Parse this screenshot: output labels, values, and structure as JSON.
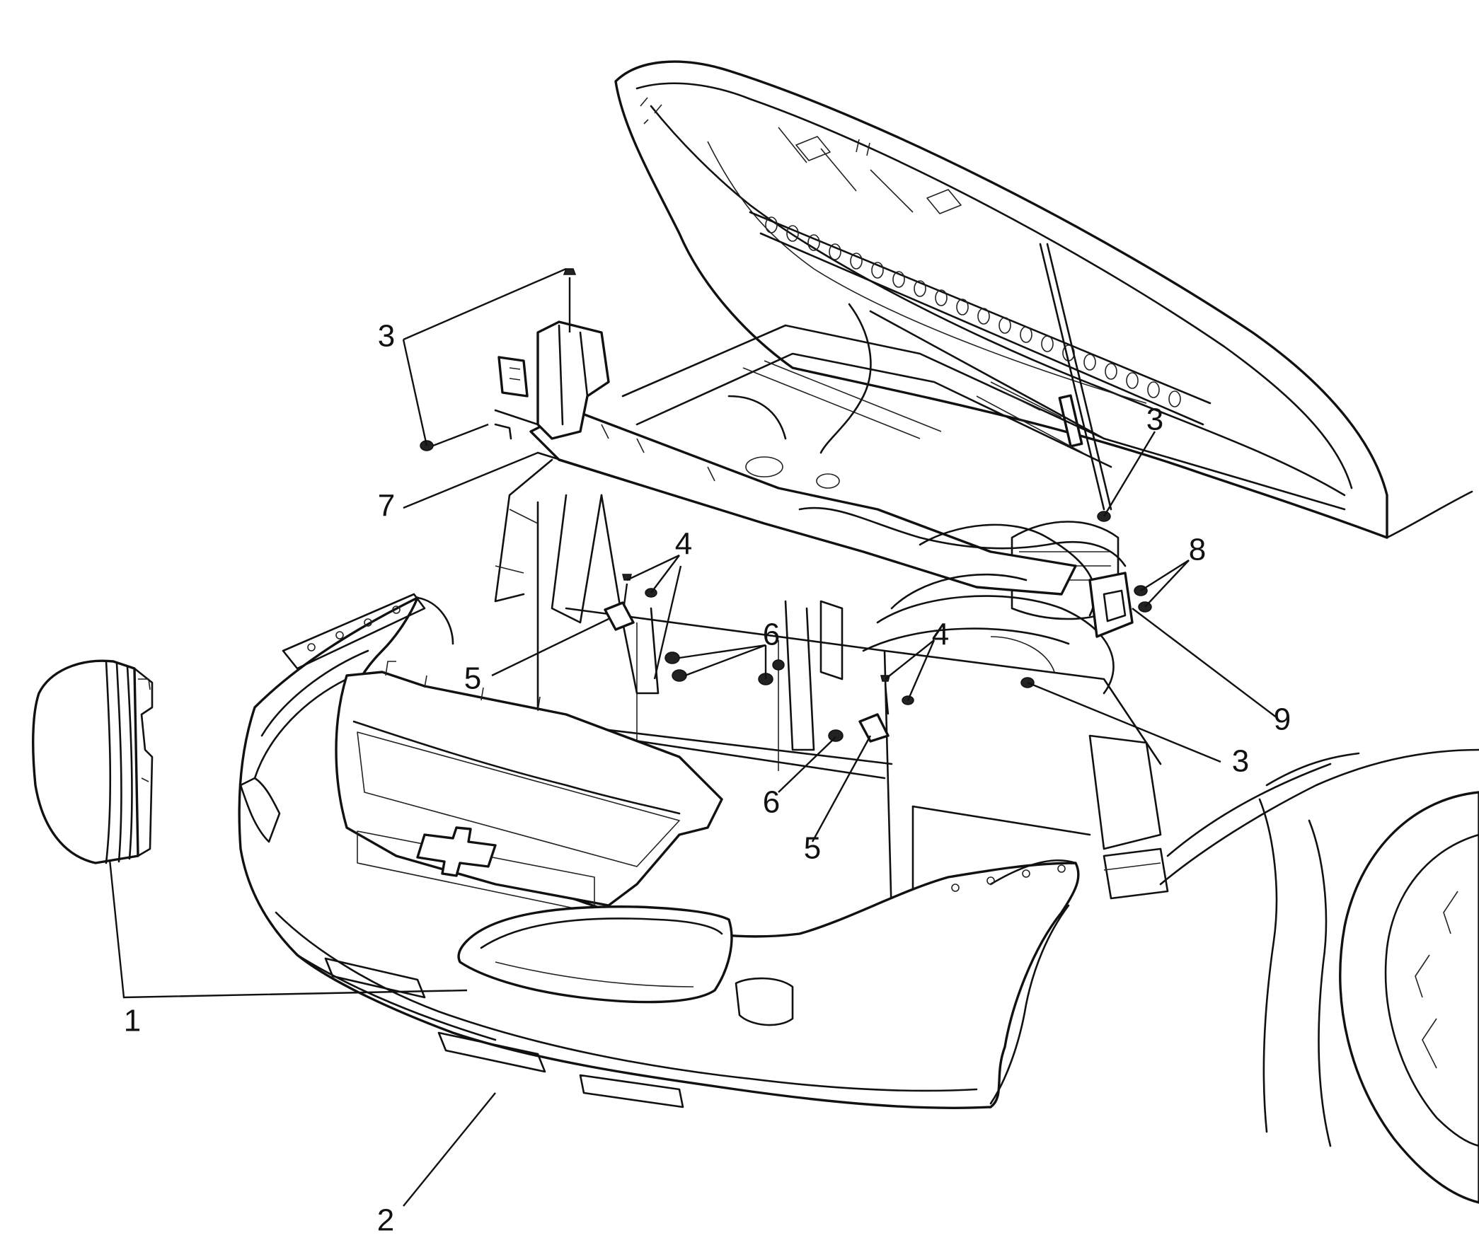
{
  "diagram": {
    "callouts": [
      {
        "id": "c1",
        "text": "1"
      },
      {
        "id": "c2",
        "text": "2"
      },
      {
        "id": "c3a",
        "text": "3"
      },
      {
        "id": "c3b",
        "text": "3"
      },
      {
        "id": "c3c",
        "text": "3"
      },
      {
        "id": "c4a",
        "text": "4"
      },
      {
        "id": "c4b",
        "text": "4"
      },
      {
        "id": "c5a",
        "text": "5"
      },
      {
        "id": "c5b",
        "text": "5"
      },
      {
        "id": "c6a",
        "text": "6"
      },
      {
        "id": "c6b",
        "text": "6"
      },
      {
        "id": "c7",
        "text": "7"
      },
      {
        "id": "c8",
        "text": "8"
      },
      {
        "id": "c9",
        "text": "9"
      }
    ],
    "colors": {
      "line": "#111111",
      "background": "#ffffff"
    }
  }
}
